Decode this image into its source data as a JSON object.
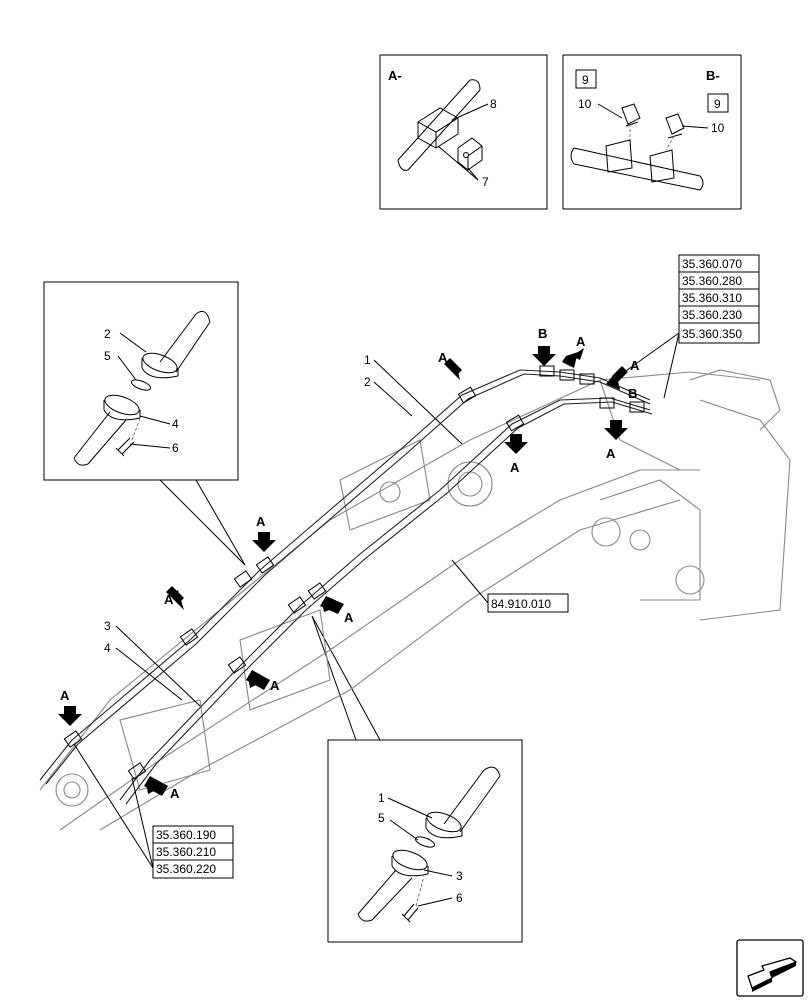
{
  "detail_A": {
    "title": "A-",
    "callouts": [
      "8",
      "7"
    ]
  },
  "detail_B": {
    "title": "B-",
    "callouts": [
      "9",
      "10",
      "9",
      "10"
    ]
  },
  "left_inset": {
    "callouts": [
      "2",
      "5",
      "4",
      "6"
    ]
  },
  "bottom_inset": {
    "callouts": [
      "1",
      "5",
      "3",
      "6"
    ]
  },
  "main_callouts": {
    "c1": "1",
    "c2": "2",
    "c3": "3",
    "c4": "4"
  },
  "ref_top_right": [
    "35.360.070",
    "35.360.280",
    "35.360.310",
    "35.360.230",
    "35.360.350"
  ],
  "ref_bottom_left": [
    "35.360.190",
    "35.360.210",
    "35.360.220"
  ],
  "ref_boom": "84.910.010",
  "view_letters": {
    "a1": "A",
    "a2": "A",
    "a3": "A",
    "a4": "A",
    "a5": "A",
    "a6": "A",
    "a7": "A",
    "a8": "A",
    "a9": "A",
    "a10": "A",
    "a11": "A",
    "b1": "B",
    "b2": "B"
  },
  "colors": {
    "line": "#000000",
    "boom": "#888888",
    "background": "#ffffff"
  },
  "icons": [
    "direction-arrow-icon"
  ]
}
